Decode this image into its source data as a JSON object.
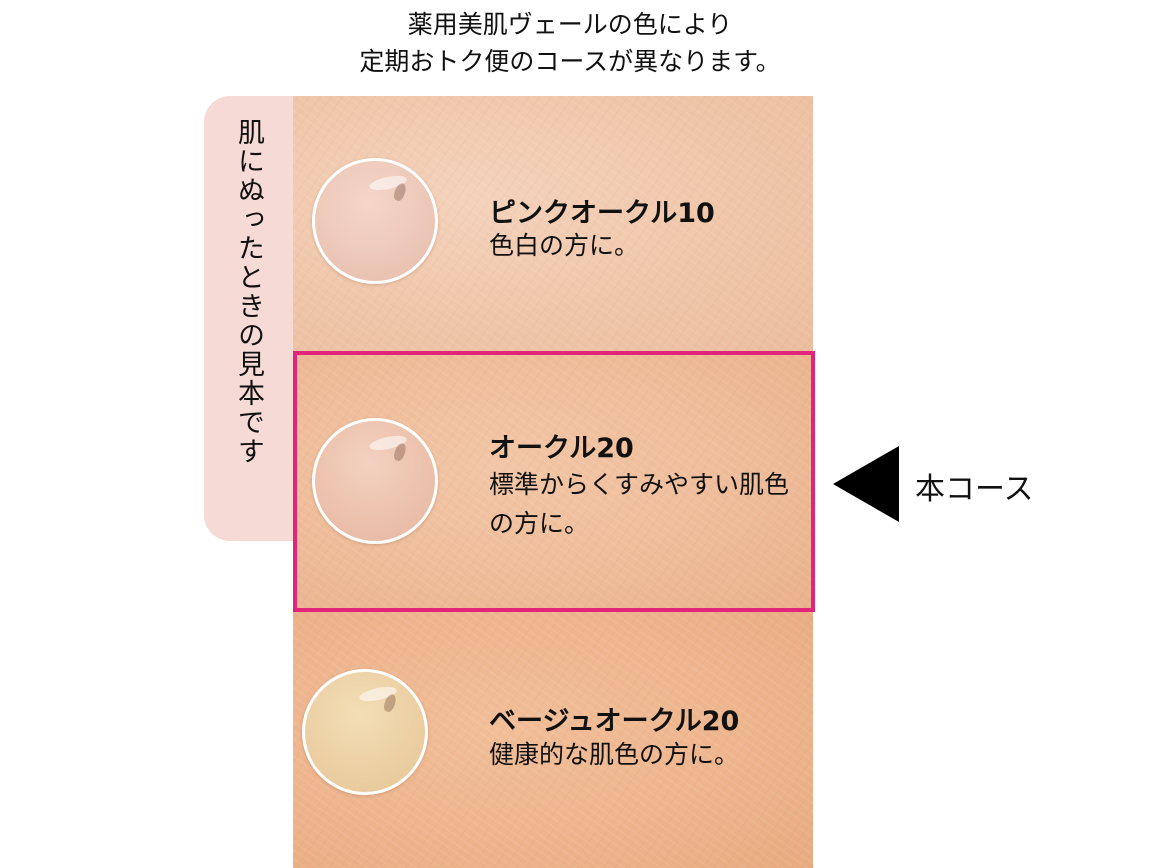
{
  "header": {
    "line1": "薬用美肌ヴェールの色により",
    "line2": "定期おトク便のコースが異なります。"
  },
  "side_label": "肌にぬったときの見本です",
  "shades": [
    {
      "name": "ピンクオークル10",
      "description": "色白の方に。"
    },
    {
      "name": "オークル20",
      "description": "標準からくすみやすい肌色の方に。"
    },
    {
      "name": "ベージュオークル20",
      "description": "健康的な肌色の方に。"
    }
  ],
  "selected_index": 1,
  "course_label": "本コース",
  "colors": {
    "highlight_border": "#e0257a",
    "side_label_bg": "#f6dad6"
  }
}
